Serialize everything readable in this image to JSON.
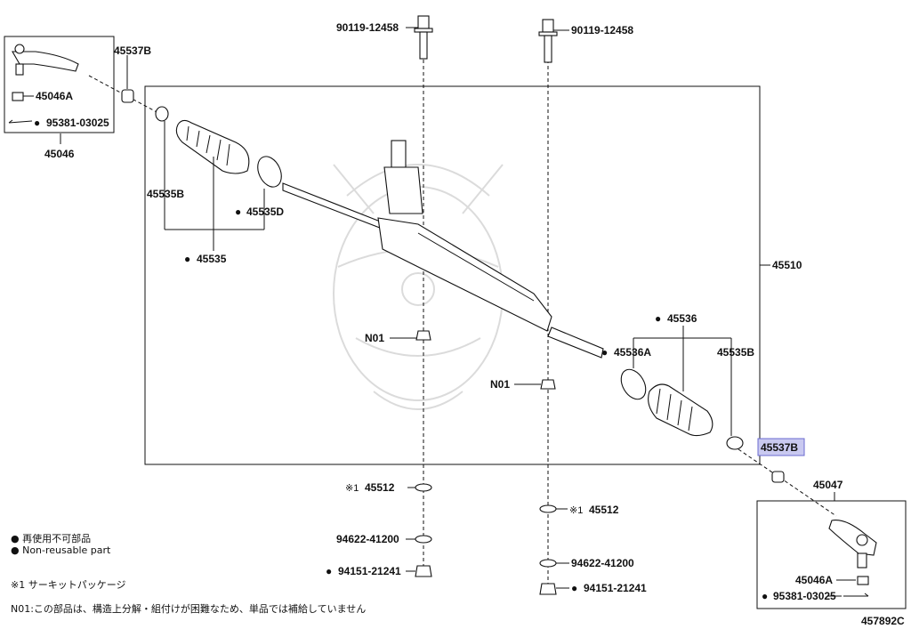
{
  "diagram": {
    "labels": {
      "bolt_left": "90119-12458",
      "bolt_right": "90119-12458",
      "tie_rod_end_kit_left": "45046",
      "tie_rod_end_kit_right": "45047",
      "lock_nut_left_top": "45537B",
      "lock_nut_right_highlighted": "45537B",
      "nut_left": "45046A",
      "nut_right": "45046A",
      "cotter_pin_left": "95381-03025",
      "cotter_pin_right": "95381-03025",
      "clip_left": "45535B",
      "clip_right": "45535B",
      "clamp_left": "45535D",
      "boot_left": "45535",
      "boot_right": "45536",
      "clamp_right": "45536A",
      "rack_assembly": "45510",
      "nut_n01_left": "N01",
      "nut_n01_right": "N01",
      "bushing_left": "45512",
      "bushing_right": "45512",
      "washer_left": "94622-41200",
      "washer_right": "94622-41200",
      "nut_left_bottom": "94151-21241",
      "nut_right_bottom": "94151-21241",
      "bullet": "●",
      "mark_1": "※1",
      "diagram_id": "457892C"
    },
    "highlight_color": "#c9c9f0"
  },
  "legend": {
    "non_reusable_jp": "● 再使用不可部品",
    "non_reusable_en": "● Non-reusable part",
    "note_1": "※1 サーキットパッケージ",
    "note_n01": "N01:この部品は、構造上分解・組付けが困難なため、単品では補給していません"
  }
}
